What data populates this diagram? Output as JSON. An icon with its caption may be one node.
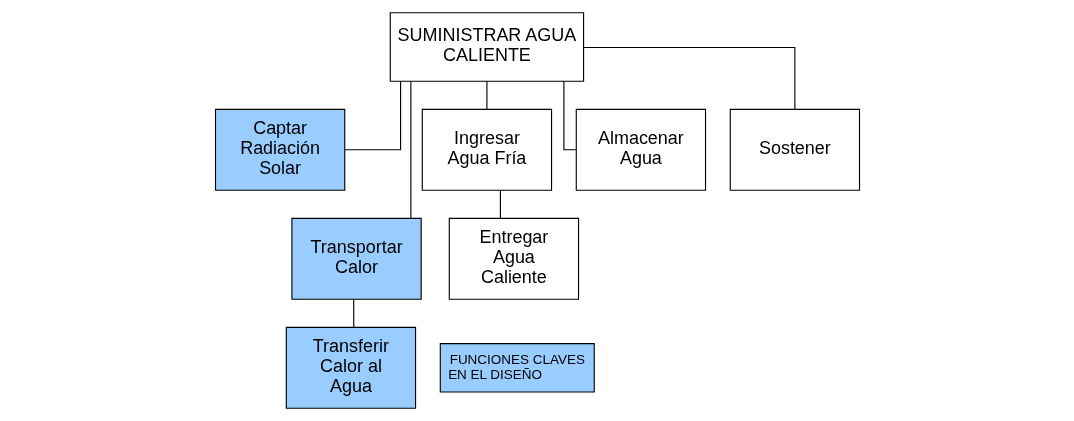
{
  "diagram": {
    "nodes": [
      {
        "text": [
          "SUMINISTRAR AGUA CALIENTE"
        ]
      },
      {
        "text": [
          "Captar Radiación Solar"
        ]
      },
      {
        "text": [
          "Transportar Calor"
        ]
      },
      {
        "text": [
          "Ingresar Agua Fría"
        ]
      },
      {
        "text": [
          "Almacenar Agua"
        ]
      },
      {
        "text": [
          "Sostener"
        ]
      },
      {
        "text": [
          "Transferir Calor al Agua"
        ]
      },
      {
        "text": [
          "Entregar Agua Caliente"
        ]
      }
    ],
    "edges": [
      {
        "from": 0,
        "to": 1,
        "arrow": "none"
      },
      {
        "from": 0,
        "to": 2,
        "arrow": "none"
      },
      {
        "from": 0,
        "to": 3,
        "arrow": "none"
      },
      {
        "from": 0,
        "to": 4,
        "arrow": "none"
      },
      {
        "from": 0,
        "to": 5,
        "arrow": "none"
      },
      {
        "from": 2,
        "to": 6,
        "arrow": "none"
      },
      {
        "from": 3,
        "to": 7,
        "arrow": "none"
      }
    ],
    "legend": [
      {
        "text": "FUNCIONES CLAVES EN EL DISEÑO",
        "color": "#99ccff"
      }
    ]
  }
}
